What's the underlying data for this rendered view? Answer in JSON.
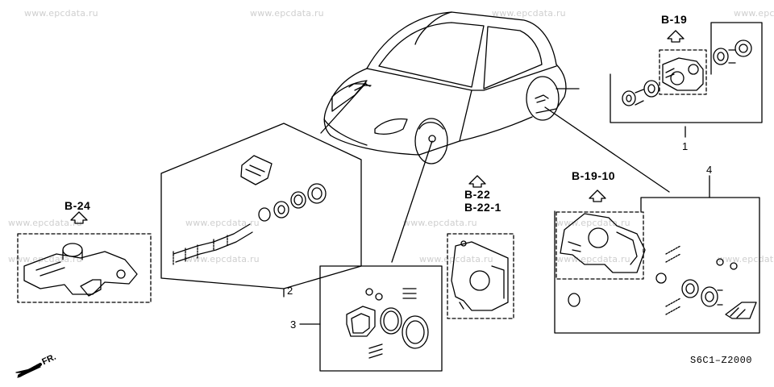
{
  "watermark": "www.epcdata.ru",
  "refs": {
    "rear_upper": "B-19",
    "rear_lower": "B-19-10",
    "front_top": "B-22",
    "front_bottom": "B-22-1",
    "master": "B-24"
  },
  "part_numbers": [
    "1",
    "2",
    "3",
    "4"
  ],
  "direction": "FR.",
  "diagram_code": "S6C1–Z2000"
}
